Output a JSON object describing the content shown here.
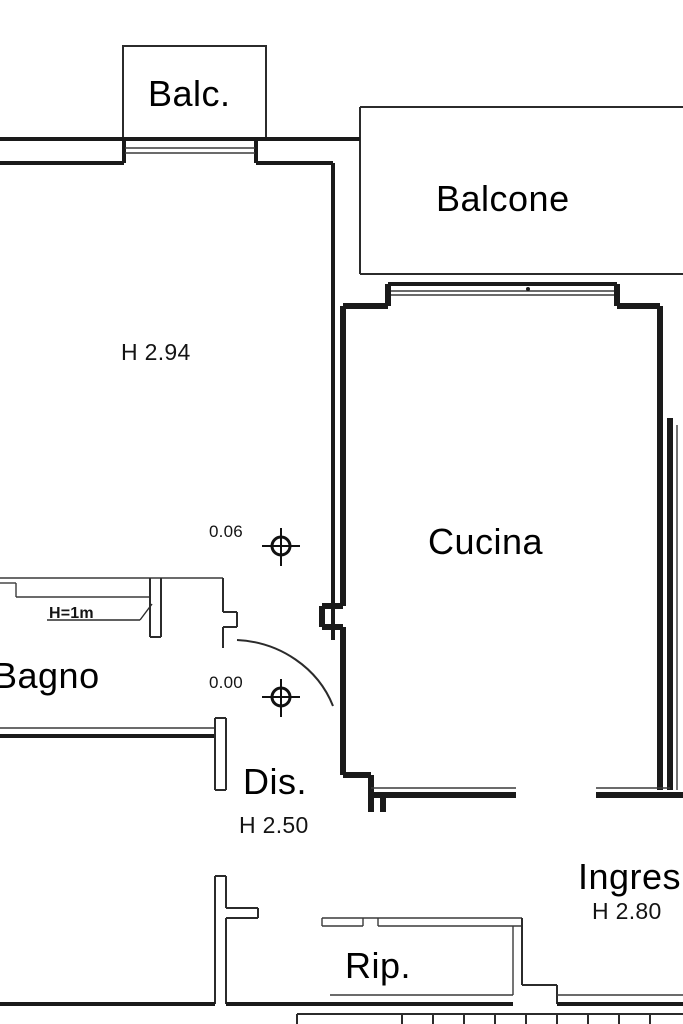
{
  "document": {
    "kind": "architectural-floor-plan",
    "language": "it"
  },
  "rooms": [
    {
      "id": "balc",
      "label": "Balc.",
      "height_label": ""
    },
    {
      "id": "balcone",
      "label": "Balcone",
      "height_label": ""
    },
    {
      "id": "soggiorno",
      "label": "",
      "height_label": "H 2.94"
    },
    {
      "id": "cucina",
      "label": "Cucina",
      "height_label": ""
    },
    {
      "id": "bagno",
      "label": "Bagno",
      "height_label": ""
    },
    {
      "id": "disimp",
      "label": "Dis.",
      "height_label": "H 2.50"
    },
    {
      "id": "ingresso",
      "label": "Ingres",
      "height_label": "H 2.80"
    },
    {
      "id": "ripost",
      "label": "Rip.",
      "height_label": ""
    }
  ],
  "labels": {
    "balc": "Balc.",
    "balcone": "Balcone",
    "cucina": "Cucina",
    "bagno": "Bagno",
    "dis": "Dis.",
    "rip": "Rip.",
    "ingresso": "Ingres"
  },
  "heights": {
    "main_room": "H 2.94",
    "disimpegno": "H 2.50",
    "ingresso": "H 2.80"
  },
  "elevations": [
    {
      "id": "elev-upper",
      "value": "0.06"
    },
    {
      "id": "elev-lower",
      "value": "0.00"
    }
  ],
  "notes": {
    "parapet_height": "H=1m"
  },
  "colors": {
    "wall": "#1a1a1a",
    "thin_wall": "#3a3a3a",
    "text": "#000000",
    "background": "#ffffff"
  }
}
